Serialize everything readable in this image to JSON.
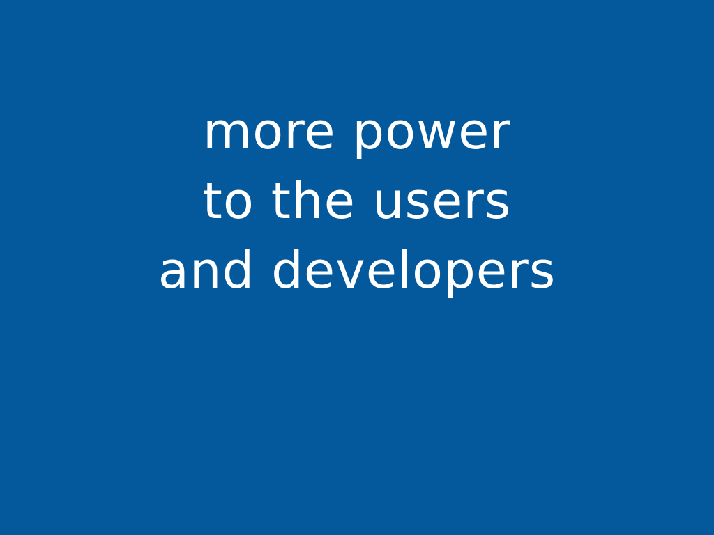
{
  "slide": {
    "lines": [
      "more power",
      "to the users",
      "and developers"
    ],
    "background_color": "#03599c",
    "text_color": "#ffffff"
  }
}
